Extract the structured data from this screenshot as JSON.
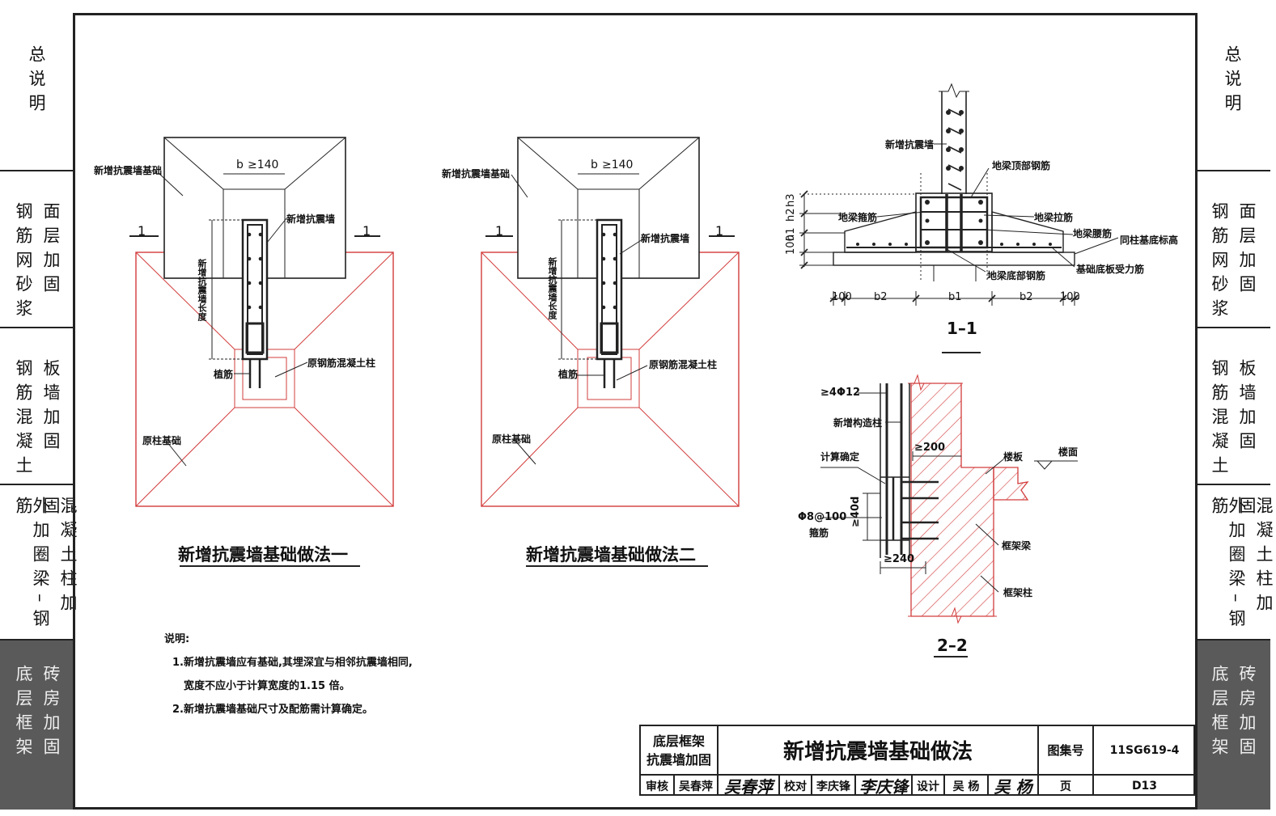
{
  "left_tabs": [
    {
      "col1": "总说明",
      "col2": ""
    },
    {
      "col1": "钢筋网砂浆",
      "col2": "面层加固"
    },
    {
      "col1": "钢筋混凝土",
      "col2": "板墙加固"
    },
    {
      "col1": "外加圈梁–钢筋",
      "col2": "混凝土柱加固"
    },
    {
      "col1": "底层框架",
      "col2": "砖房加固"
    }
  ],
  "right_tabs": [
    {
      "col1": "总说明",
      "col2": ""
    },
    {
      "col1": "钢筋网砂浆",
      "col2": "面层加固"
    },
    {
      "col1": "钢筋混凝土",
      "col2": "板墙加固"
    },
    {
      "col1": "外加圈梁–钢筋",
      "col2": "混凝土柱加固"
    },
    {
      "col1": "底层框架",
      "col2": "砖房加固"
    }
  ],
  "drawing1": {
    "caption": "新增抗震墙基础做法一",
    "label_foundation": "新增抗震墙基础",
    "label_b": "b",
    "label_b_min": "≥140",
    "label_wall": "新增抗震墙",
    "label_wall_len": "新增抗震墙长度",
    "label_col": "原钢筋混凝土柱",
    "label_planted": "植筋",
    "label_orig_found": "原柱基础",
    "section_mark": "1"
  },
  "drawing2": {
    "caption": "新增抗震墙基础做法二",
    "label_foundation": "新增抗震墙基础",
    "label_b": "b",
    "label_b_min": "≥140",
    "label_wall": "新增抗震墙",
    "label_wall_len": "新增抗震墙长度",
    "label_col": "原钢筋混凝土柱",
    "label_planted": "植筋",
    "label_orig_found": "原柱基础",
    "section_mark": "1"
  },
  "section11": {
    "title": "1–1",
    "labels": {
      "wall": "新增抗震墙",
      "top_rebar": "地梁顶部钢筋",
      "stirrup": "地梁箍筋",
      "tie": "地梁拉筋",
      "waist": "地梁腰筋",
      "same_level": "同柱基底标高",
      "bottom_rebar": "地梁底部钢筋",
      "slab_rebar": "基础底板受力筋"
    },
    "dims_v": [
      "100",
      "h1",
      "h2",
      "h3"
    ],
    "dims_h": [
      "100",
      "b2",
      "b1",
      "b2",
      "100"
    ]
  },
  "section22": {
    "title": "2–2",
    "labels": {
      "bars": "≥4Φ12",
      "new_col": "新增构造柱",
      "d200": "≥200",
      "calc": "计算确定",
      "slab": "楼板",
      "floor": "楼面",
      "stirrups": "Φ8@100",
      "stirrup_word": "箍筋",
      "d40": "≥40d",
      "beam": "框架梁",
      "d240": "≥240",
      "frame_col": "框架柱"
    }
  },
  "notes": {
    "heading": "说明:",
    "line1": "1.新增抗震墙应有基础,其埋深宜与相邻抗震墙相同,",
    "line2": "宽度不应小于计算宽度的1.15 倍。",
    "line3": "2.新增抗震墙基础尺寸及配筋需计算确定。"
  },
  "title_block": {
    "category_line1": "底层框架",
    "category_line2": "抗震墙加固",
    "title": "新增抗震墙基础做法",
    "atlas_label": "图集号",
    "atlas_no": "11SG619-4",
    "review_label": "审核",
    "reviewer": "吴春萍",
    "check_label": "校对",
    "checker": "李庆锋",
    "design_label": "设计",
    "designer": "吴 杨",
    "page_label": "页",
    "page_no": "D13"
  },
  "colors": {
    "line": "#222222",
    "red": "#d23c3c",
    "dark_tab": "#5a5a5a"
  }
}
